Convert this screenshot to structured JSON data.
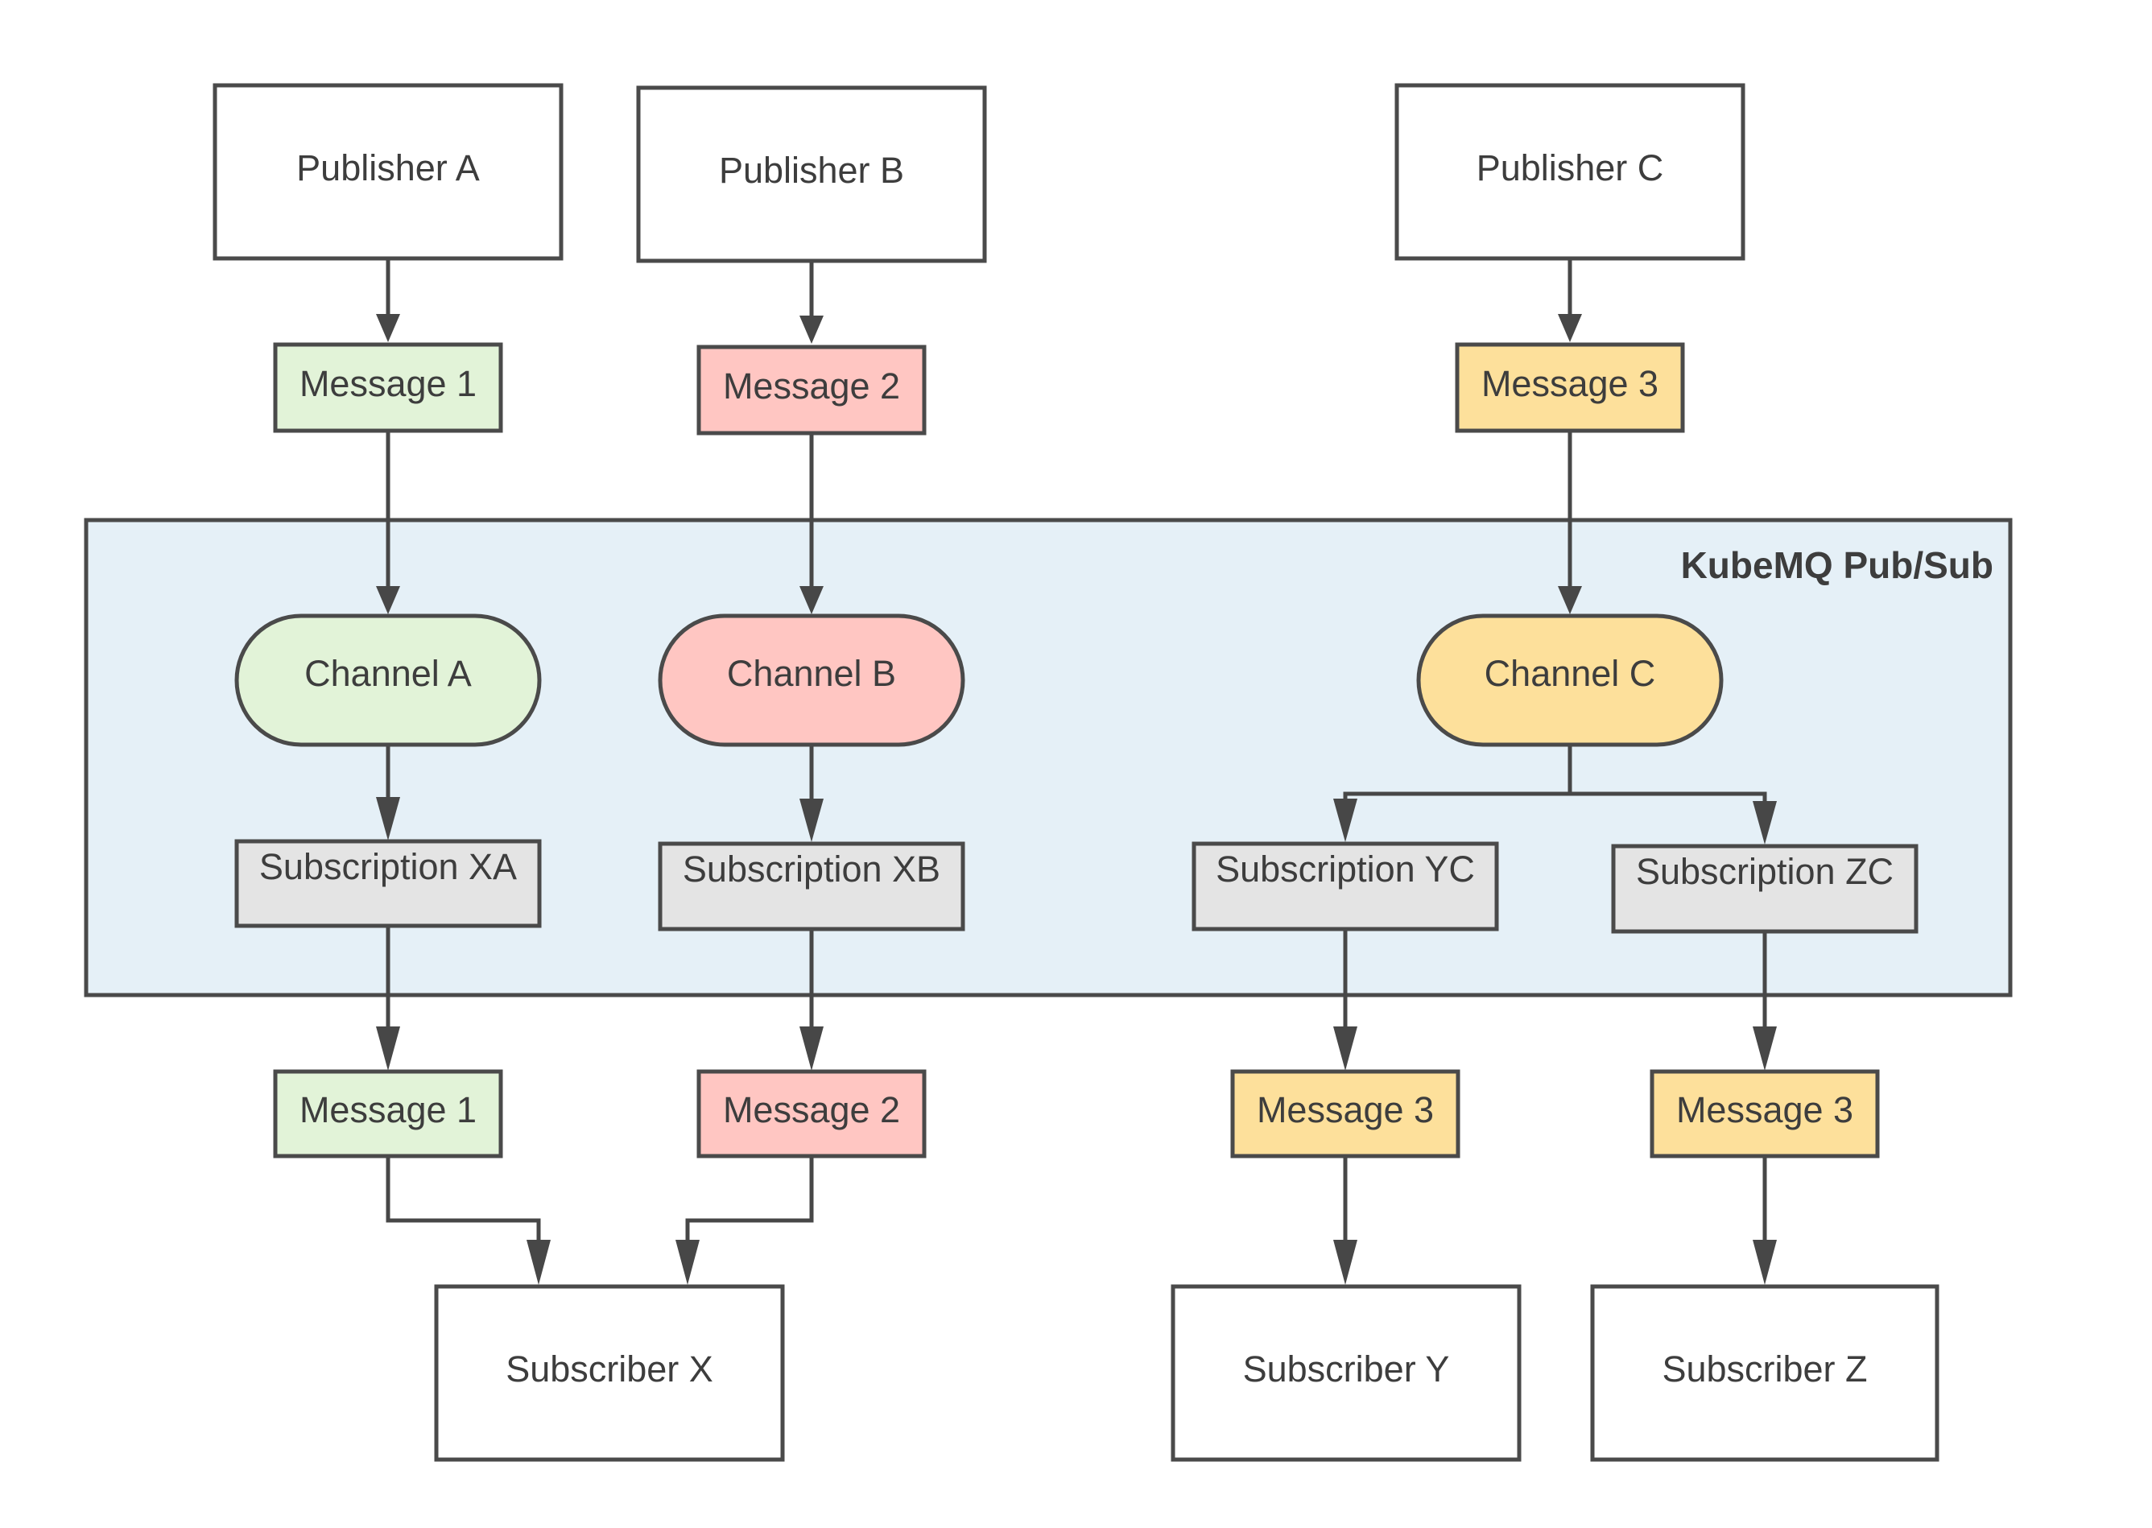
{
  "diagram": {
    "region_title": "KubeMQ Pub/Sub",
    "publishers": [
      "Publisher A",
      "Publisher B",
      "Publisher C"
    ],
    "published_messages": [
      "Message 1",
      "Message 2",
      "Message 3"
    ],
    "channels": [
      "Channel A",
      "Channel B",
      "Channel C"
    ],
    "subscriptions": [
      "Subscription XA",
      "Subscription XB",
      "Subscription YC",
      "Subscription ZC"
    ],
    "delivered_messages": [
      "Message 1",
      "Message 2",
      "Message 3",
      "Message 3"
    ],
    "subscribers": [
      "Subscriber X",
      "Subscriber Y",
      "Subscriber Z"
    ]
  },
  "colors": {
    "region_fill": "#e5f0f7",
    "channel_a": "#e2f3d8",
    "channel_b": "#ffc6c2",
    "channel_c": "#fde09b",
    "subscription": "#e4e4e4",
    "plain": "#ffffff",
    "stroke": "#4a4a4a"
  }
}
